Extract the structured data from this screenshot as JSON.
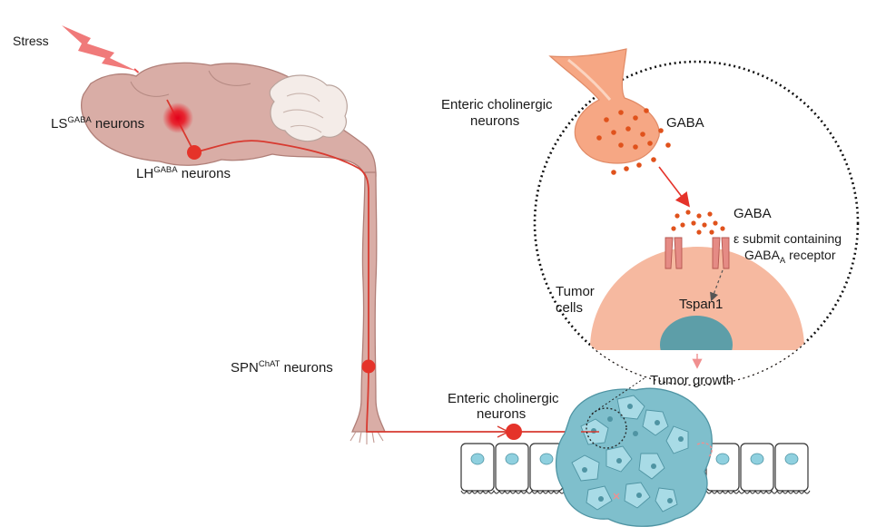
{
  "labels": {
    "stress": "Stress",
    "ls_prefix": "LS",
    "ls_sup": "GABA",
    "ls_suffix": " neurons",
    "lh_prefix": "LH",
    "lh_sup": "GABA",
    "lh_suffix": " neurons",
    "spn_prefix": "SPN",
    "spn_sup": "ChAT",
    "spn_suffix": " neurons",
    "enteric_bottom_line1": "Enteric cholinergic",
    "enteric_bottom_line2": "neurons",
    "enteric_inset_line1": "Enteric cholinergic",
    "enteric_inset_line2": "neurons",
    "gaba_release": "GABA",
    "gaba_receptor_side": "GABA",
    "receptor_line1": "ε submit containing",
    "receptor_line2_prefix": "GABA",
    "receptor_line2_sub": "A",
    "receptor_line2_suffix": " receptor",
    "tspan1": "Tspan1",
    "tumor_cells_line1": "Tumor",
    "tumor_cells_line2": "cells",
    "tumor_growth": "Tumor growth"
  },
  "colors": {
    "brain_fill": "#d9ada6",
    "brain_stroke": "#b07f78",
    "cerebellum_fill": "#f4ece8",
    "neuron_red": "#e5332a",
    "pathway_red": "#d83a30",
    "gaba_dot": "#e0521c",
    "synapse_fill": "#f6a784",
    "tumor_cell_fill": "#f6b9a0",
    "nucleus_fill": "#5d9ea8",
    "tumor_mass_fill": "#7fbfcc",
    "tumor_mass_stroke": "#4f94a3",
    "epithelium_nucleus": "#8fd0df",
    "receptor_fill": "#e58b85"
  },
  "icons": [
    "lightning-bolt-icon",
    "receptor-channel-icon"
  ]
}
